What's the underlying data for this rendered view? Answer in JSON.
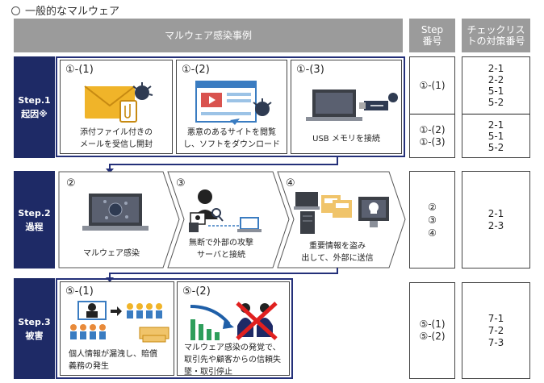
{
  "section_title": "一般的なマルウェア",
  "header": {
    "main": "マルウェア感染事例",
    "step_no_line1": "Step",
    "step_no_line2": "番号",
    "checklist_line1": "チェックリス",
    "checklist_line2": "トの対策番号"
  },
  "step1": {
    "label_line1": "Step.1",
    "label_line2": "起因※",
    "cases": [
      {
        "num": "①-(1)",
        "cap1": "添付ファイル付きの",
        "cap2": "メールを受信し開封"
      },
      {
        "num": "①-(2)",
        "cap1": "悪意のあるサイトを閲覧",
        "cap2": "し、ソフトをダウンロード"
      },
      {
        "num": "①-(3)",
        "cap1": "USB メモリを接続",
        "cap2": ""
      }
    ],
    "rows": [
      {
        "steps": [
          "①-(1)"
        ],
        "checks": [
          "2-1",
          "2-2",
          "5-1",
          "5-2"
        ]
      },
      {
        "steps": [
          "①-(2)",
          "①-(3)"
        ],
        "checks": [
          "2-1",
          "5-1",
          "5-2"
        ]
      }
    ]
  },
  "step2": {
    "label_line1": "Step.2",
    "label_line2": "過程",
    "cases": [
      {
        "num": "②",
        "cap1": "マルウェア感染",
        "cap2": ""
      },
      {
        "num": "③",
        "cap1": "無断で外部の攻撃",
        "cap2": "サーバと接続"
      },
      {
        "num": "④",
        "cap1": "重要情報を盗み",
        "cap2": "出して、外部に送信"
      }
    ],
    "steps": [
      "②",
      "③",
      "④"
    ],
    "checks": [
      "2-1",
      "2-3"
    ]
  },
  "step3": {
    "label_line1": "Step.3",
    "label_line2": "被害",
    "cases": [
      {
        "num": "⑤-(1)",
        "cap1": "個人情報が漏洩し、賠償",
        "cap2": "義務の発生",
        "cap3": ""
      },
      {
        "num": "⑤-(2)",
        "cap1": "マルウェア感染の発覚で、",
        "cap2": "取引先や顧客からの信頼失",
        "cap3": "墜・取引停止"
      }
    ],
    "steps": [
      "⑤-(1)",
      "⑤-(2)"
    ],
    "checks": [
      "7-1",
      "7-2",
      "7-3"
    ]
  },
  "colors": {
    "navy": "#1e2a66",
    "header_gray": "#9b9b9b",
    "mail_yellow": "#f0b429",
    "virus": "#2f3b52"
  }
}
